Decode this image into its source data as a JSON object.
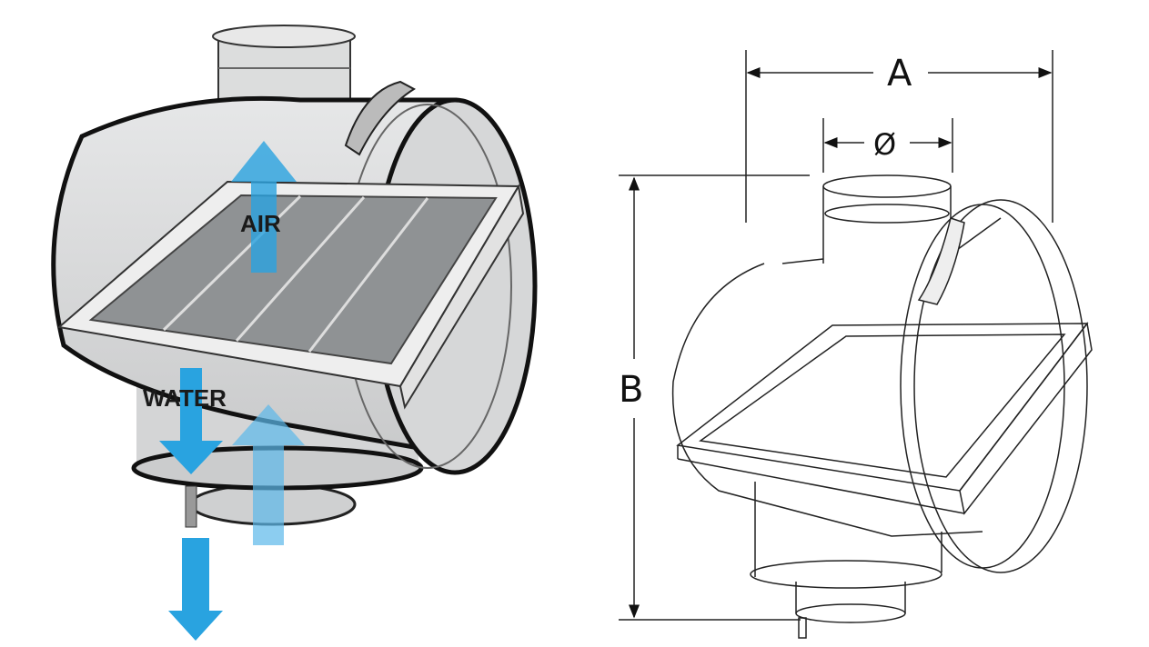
{
  "left_illustration": {
    "air_label": "AIR",
    "water_label": "WATER",
    "arrow_color": "#29a3e0",
    "body_color": "#d9dadb"
  },
  "right_drawing": {
    "dimension_a": "A",
    "dimension_diameter": "Ø",
    "dimension_b": "B"
  }
}
